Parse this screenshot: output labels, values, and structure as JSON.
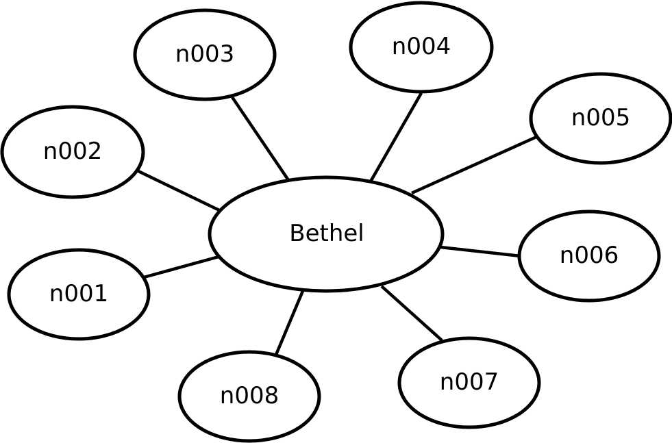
{
  "graph": {
    "center": {
      "id": "bethel",
      "label": "Bethel"
    },
    "nodes": [
      {
        "id": "n001",
        "label": "n001"
      },
      {
        "id": "n002",
        "label": "n002"
      },
      {
        "id": "n003",
        "label": "n003"
      },
      {
        "id": "n004",
        "label": "n004"
      },
      {
        "id": "n005",
        "label": "n005"
      },
      {
        "id": "n006",
        "label": "n006"
      },
      {
        "id": "n007",
        "label": "n007"
      },
      {
        "id": "n008",
        "label": "n008"
      }
    ],
    "edges": [
      {
        "from": "bethel",
        "to": "n001"
      },
      {
        "from": "bethel",
        "to": "n002"
      },
      {
        "from": "bethel",
        "to": "n003"
      },
      {
        "from": "bethel",
        "to": "n004"
      },
      {
        "from": "bethel",
        "to": "n005"
      },
      {
        "from": "bethel",
        "to": "n006"
      },
      {
        "from": "bethel",
        "to": "n007"
      },
      {
        "from": "bethel",
        "to": "n008"
      }
    ]
  }
}
